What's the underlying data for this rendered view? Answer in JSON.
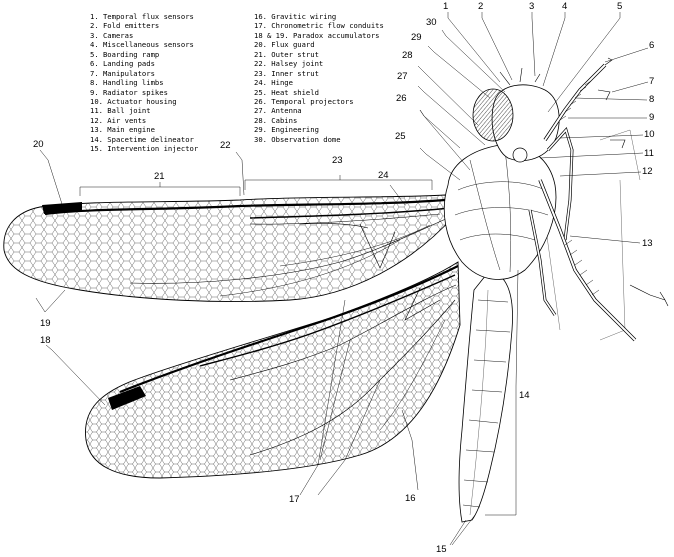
{
  "legend": {
    "left": [
      "1. Temporal flux sensors",
      "2. Fold emitters",
      "3. Cameras",
      "4. Miscellaneous sensors",
      "5. Boarding ramp",
      "6. Landing pads",
      "7. Manipulators",
      "8. Handling limbs",
      "9. Radiator spikes",
      "10. Actuator housing",
      "11. Ball joint",
      "12. Air vents",
      "13. Main engine",
      "14. Spacetime delineator",
      "15. Intervention injector"
    ],
    "right": [
      "16. Gravitic wiring",
      "17. Chronometric flow conduits",
      "18 & 19. Paradox accumulators",
      "20. Flux guard",
      "21. Outer strut",
      "22. Halsey joint",
      "23. Inner strut",
      "24. Hinge",
      "25. Heat shield",
      "26. Temporal projectors",
      "27. Antenna",
      "28. Cabins",
      "29. Engineering",
      "30. Observation dome"
    ]
  },
  "callouts": {
    "c1": "1",
    "c2": "2",
    "c3": "3",
    "c4": "4",
    "c5": "5",
    "c6": "6",
    "c7": "7",
    "c8": "8",
    "c9": "9",
    "c10": "10",
    "c11": "11",
    "c12": "12",
    "c13": "13",
    "c14": "14",
    "c15": "15",
    "c16": "16",
    "c17": "17",
    "c18": "18",
    "c19": "19",
    "c20": "20",
    "c21": "21",
    "c22": "22",
    "c23": "23",
    "c24": "24",
    "c25": "25",
    "c26": "26",
    "c27": "27",
    "c28": "28",
    "c29": "29",
    "c30": "30"
  }
}
